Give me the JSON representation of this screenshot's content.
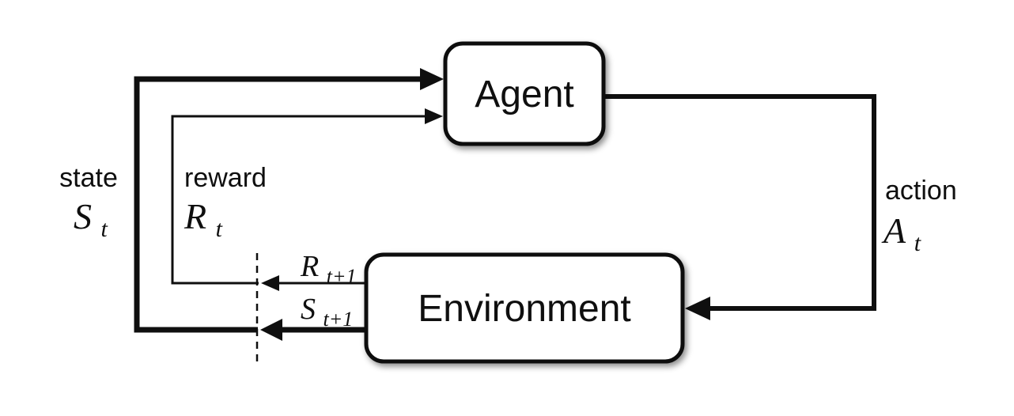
{
  "boxes": {
    "agent": "Agent",
    "environment": "Environment"
  },
  "labels": {
    "state": {
      "word": "state",
      "base": "S",
      "sub": "t"
    },
    "reward": {
      "word": "reward",
      "base": "R",
      "sub": "t"
    },
    "action": {
      "word": "action",
      "base": "A",
      "sub": "t"
    },
    "next_reward": {
      "base": "R",
      "sub": "t+1"
    },
    "next_state": {
      "base": "S",
      "sub": "t+1"
    }
  },
  "colors": {
    "ink": "#0f0f0f",
    "background": "#ffffff",
    "box_fill": "#ffffff"
  }
}
